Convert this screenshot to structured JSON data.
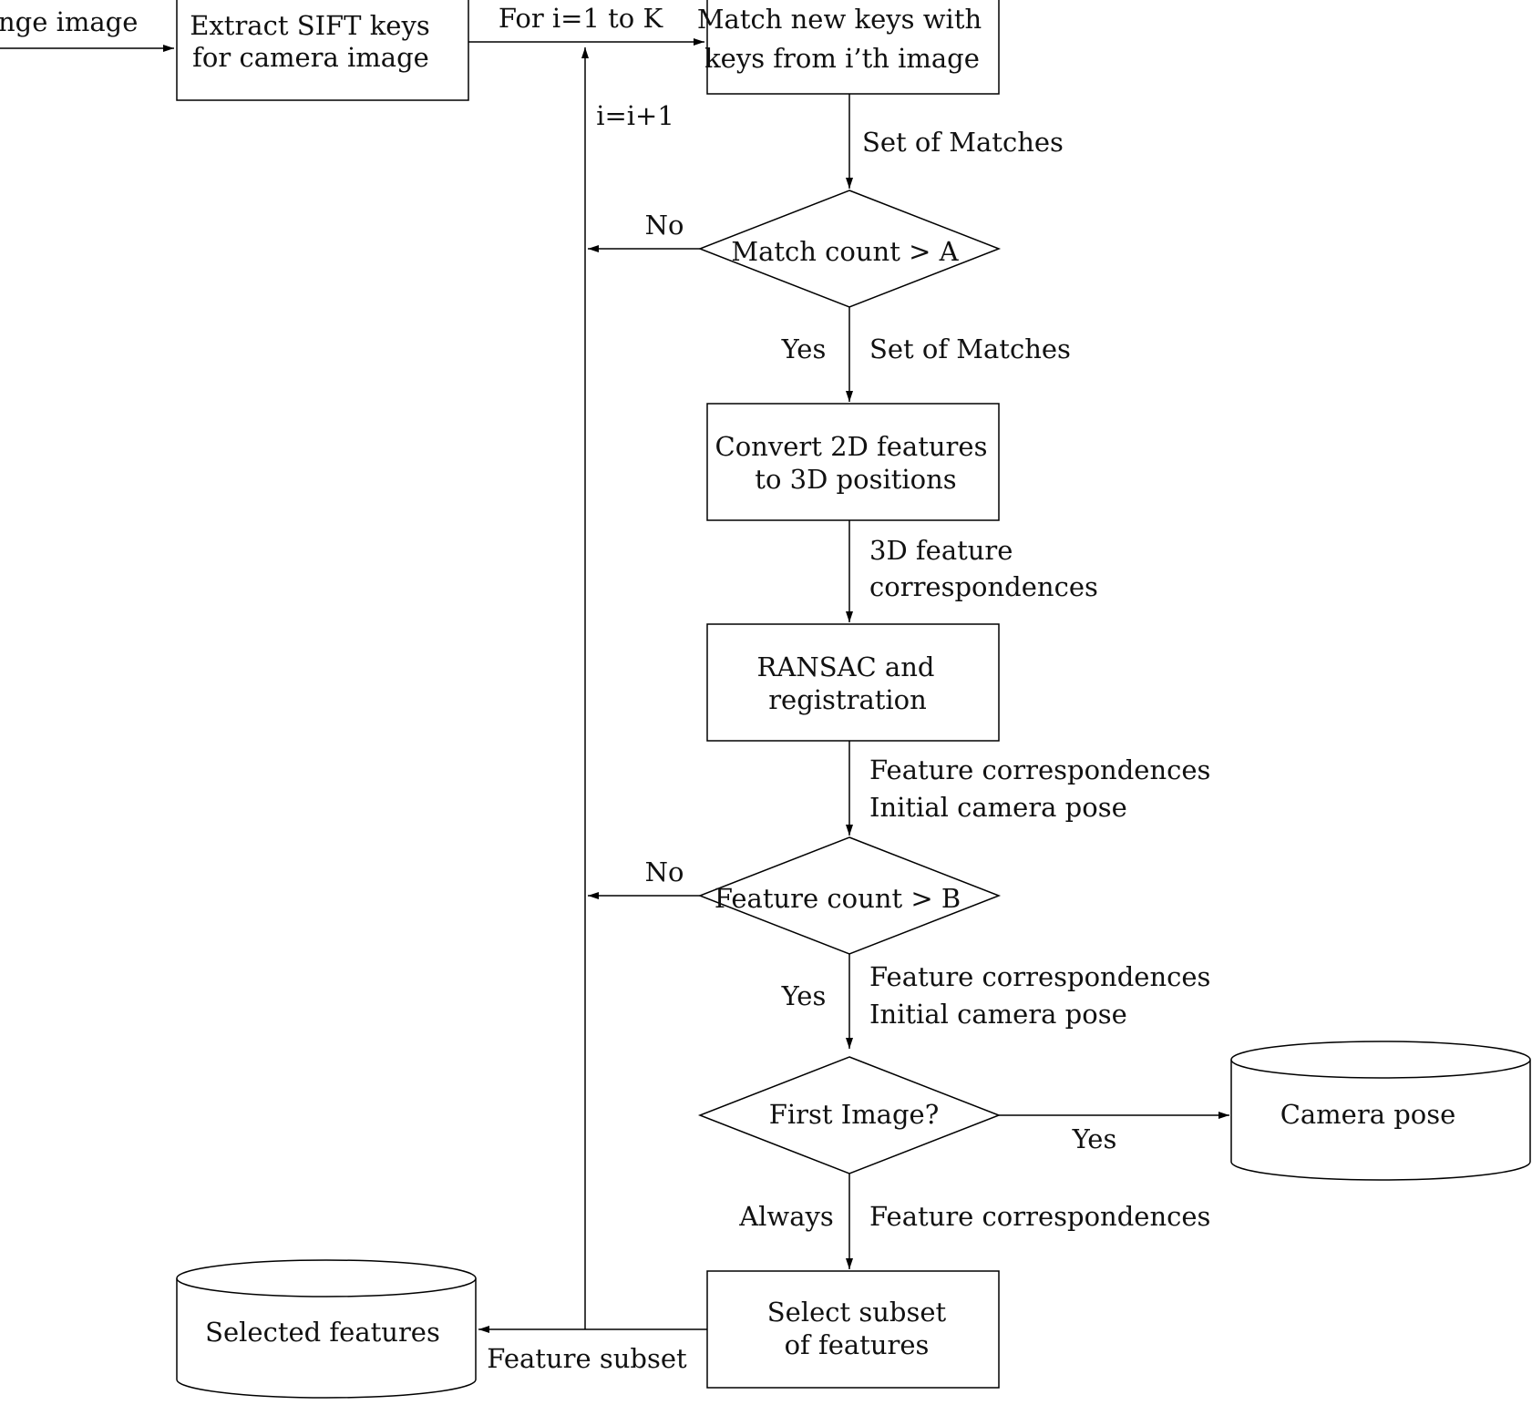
{
  "diagram": {
    "input_label": "nge image",
    "nodes": {
      "extract_sift": {
        "line1": "Extract SIFT keys",
        "line2": "for camera image"
      },
      "match_keys": {
        "line1": "Match new keys with",
        "line2": "keys from i’th image"
      },
      "match_count": {
        "label": "Match count > A"
      },
      "convert_3d": {
        "line1": "Convert 2D features",
        "line2": "to 3D positions"
      },
      "ransac": {
        "line1": "RANSAC and",
        "line2": "registration"
      },
      "feature_count": {
        "label": "Feature count > B"
      },
      "first_image": {
        "label": "First Image?"
      },
      "camera_pose": {
        "label": "Camera pose"
      },
      "select_subset": {
        "line1": "Select subset",
        "line2": "of features"
      },
      "selected_features": {
        "label": "Selected features"
      }
    },
    "edges": {
      "loop": {
        "label": "For i=1 to K"
      },
      "increment": {
        "label": "i=i+1"
      },
      "matches_1": {
        "label": "Set of Matches"
      },
      "match_no": {
        "label": "No"
      },
      "match_yes": {
        "label": "Yes"
      },
      "matches_2": {
        "label": "Set of Matches"
      },
      "correspondences_3d": {
        "line1": "3D feature",
        "line2": "correspondences"
      },
      "ransac_out": {
        "line1": "Feature correspondences",
        "line2": "Initial camera pose"
      },
      "feature_no": {
        "label": "No"
      },
      "feature_yes": {
        "label": "Yes"
      },
      "feature_yes_out": {
        "line1": "Feature correspondences",
        "line2": "Initial camera pose"
      },
      "first_yes": {
        "label": "Yes"
      },
      "first_always": {
        "label": "Always"
      },
      "first_out": {
        "label": "Feature correspondences"
      },
      "subset_out": {
        "label": "Feature subset"
      }
    }
  }
}
